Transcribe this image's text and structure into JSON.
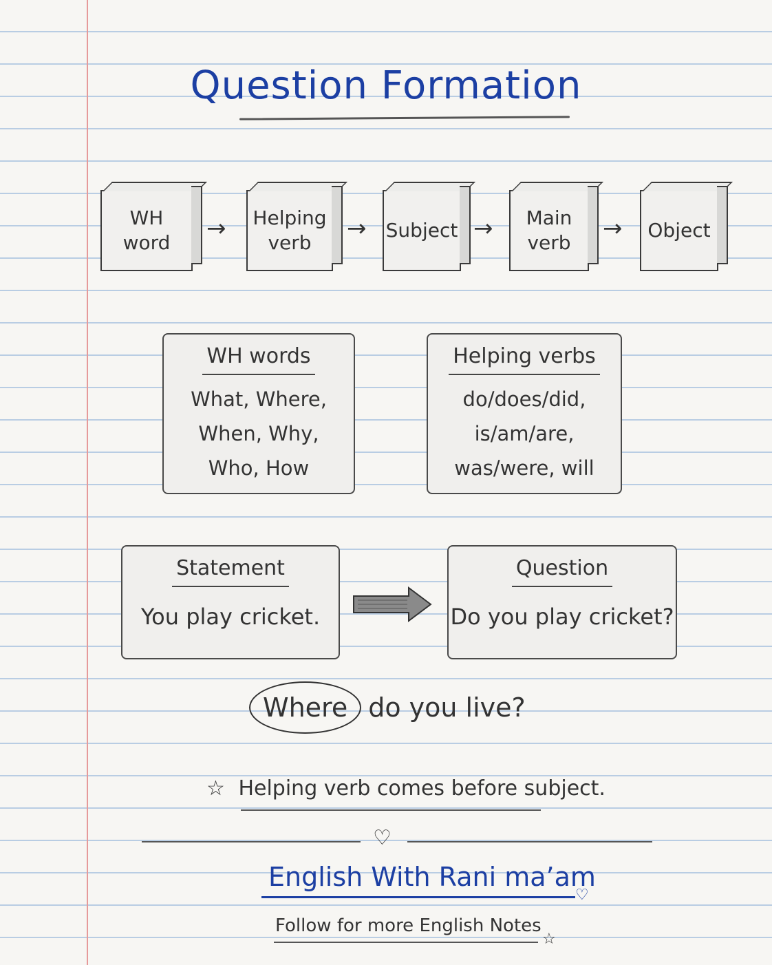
{
  "title": "Question Formation",
  "flow": [
    "WH\nword",
    "Helping\nverb",
    "Subject",
    "Main\nverb",
    "Object"
  ],
  "wh_card": {
    "heading": "WH words",
    "lines": [
      "What, Where,",
      "When, Why,",
      "Who, How"
    ]
  },
  "helping_card": {
    "heading": "Helping verbs",
    "lines": [
      "do/does/did,",
      "is/am/are,",
      "was/were, will"
    ]
  },
  "statement_card": {
    "heading": "Statement",
    "text": "You play cricket."
  },
  "question_card": {
    "heading": "Question",
    "text": "Do you play cricket?"
  },
  "example": {
    "circled": "Where",
    "rest": "do you live?"
  },
  "note": {
    "text": "Helping verb comes before subject."
  },
  "brand": "English With Rani ma’am",
  "follow": "Follow for more English Notes",
  "colors": {
    "ink_blue": "#1c3fa3",
    "pencil": "#333333",
    "rule_line": "#b9cde3",
    "margin_line": "#e69a9a"
  }
}
